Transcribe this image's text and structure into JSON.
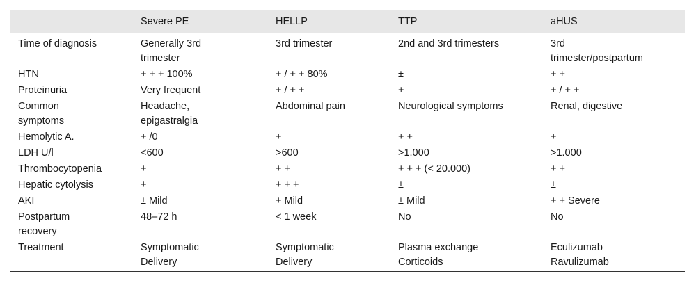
{
  "table": {
    "headers": [
      "",
      "Severe PE",
      "HELLP",
      "TTP",
      "aHUS"
    ],
    "rows": [
      {
        "label": [
          "Time of diagnosis"
        ],
        "cells": [
          [
            "Generally 3rd",
            "trimester"
          ],
          [
            "3rd trimester"
          ],
          [
            "2nd and 3rd trimesters"
          ],
          [
            "3rd",
            "trimester/postpartum"
          ]
        ]
      },
      {
        "label": [
          "HTN"
        ],
        "cells": [
          [
            "+ + + 100%"
          ],
          [
            "+ / + + 80%"
          ],
          [
            "±"
          ],
          [
            "+ +"
          ]
        ]
      },
      {
        "label": [
          "Proteinuria"
        ],
        "cells": [
          [
            "Very frequent"
          ],
          [
            "+ / + +"
          ],
          [
            "+"
          ],
          [
            "+ / + +"
          ]
        ]
      },
      {
        "label": [
          "Common",
          "symptoms"
        ],
        "cells": [
          [
            "Headache,",
            "epigastralgia"
          ],
          [
            "Abdominal pain"
          ],
          [
            "Neurological symptoms"
          ],
          [
            "Renal, digestive"
          ]
        ]
      },
      {
        "label": [
          "Hemolytic A."
        ],
        "cells": [
          [
            "+ /0"
          ],
          [
            "+"
          ],
          [
            "+ +"
          ],
          [
            "+"
          ]
        ]
      },
      {
        "label": [
          "LDH U/l"
        ],
        "cells": [
          [
            "<600"
          ],
          [
            ">600"
          ],
          [
            ">1.000"
          ],
          [
            ">1.000"
          ]
        ]
      },
      {
        "label": [
          "Thrombocytopenia"
        ],
        "cells": [
          [
            "+"
          ],
          [
            "+ +"
          ],
          [
            "+ + + (< 20.000)"
          ],
          [
            "+ +"
          ]
        ]
      },
      {
        "label": [
          "Hepatic cytolysis"
        ],
        "cells": [
          [
            "+"
          ],
          [
            "+ + +"
          ],
          [
            "±"
          ],
          [
            "±"
          ]
        ]
      },
      {
        "label": [
          "AKI"
        ],
        "cells": [
          [
            "± Mild"
          ],
          [
            "+ Mild"
          ],
          [
            "± Mild"
          ],
          [
            "+ + Severe"
          ]
        ]
      },
      {
        "label": [
          "Postpartum",
          "recovery"
        ],
        "cells": [
          [
            "48–72 h"
          ],
          [
            "< 1 week"
          ],
          [
            "No"
          ],
          [
            "No"
          ]
        ]
      },
      {
        "label": [
          "Treatment"
        ],
        "cells": [
          [
            "Symptomatic",
            "Delivery"
          ],
          [
            "Symptomatic",
            "Delivery"
          ],
          [
            "Plasma exchange",
            "Corticoids"
          ],
          [
            "Eculizumab",
            "Ravulizumab"
          ]
        ]
      }
    ]
  }
}
